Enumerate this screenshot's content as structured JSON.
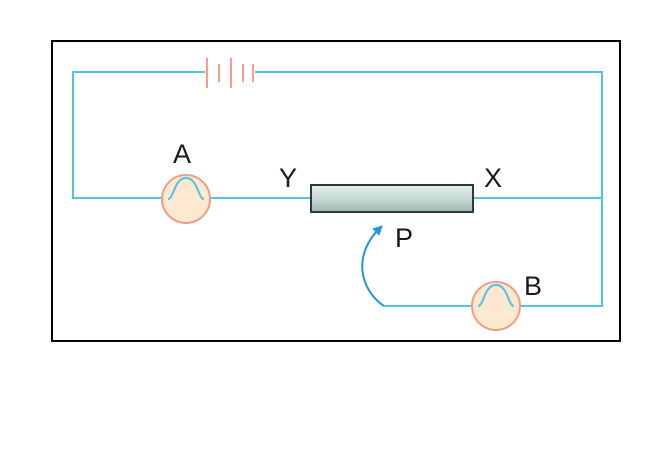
{
  "diagram": {
    "labels": {
      "lamp_a": "A",
      "lamp_b": "B",
      "end_y": "Y",
      "end_x": "X",
      "contact_p": "P"
    },
    "colors": {
      "wire": "#4fc3e8",
      "battery": "#f0a090",
      "lamp_fill": "#fde9cf",
      "lamp_stroke": "#f09c86",
      "rod_top": "#dde9e6",
      "rod_bottom": "#a6bdb8",
      "frame": "#000000"
    }
  }
}
